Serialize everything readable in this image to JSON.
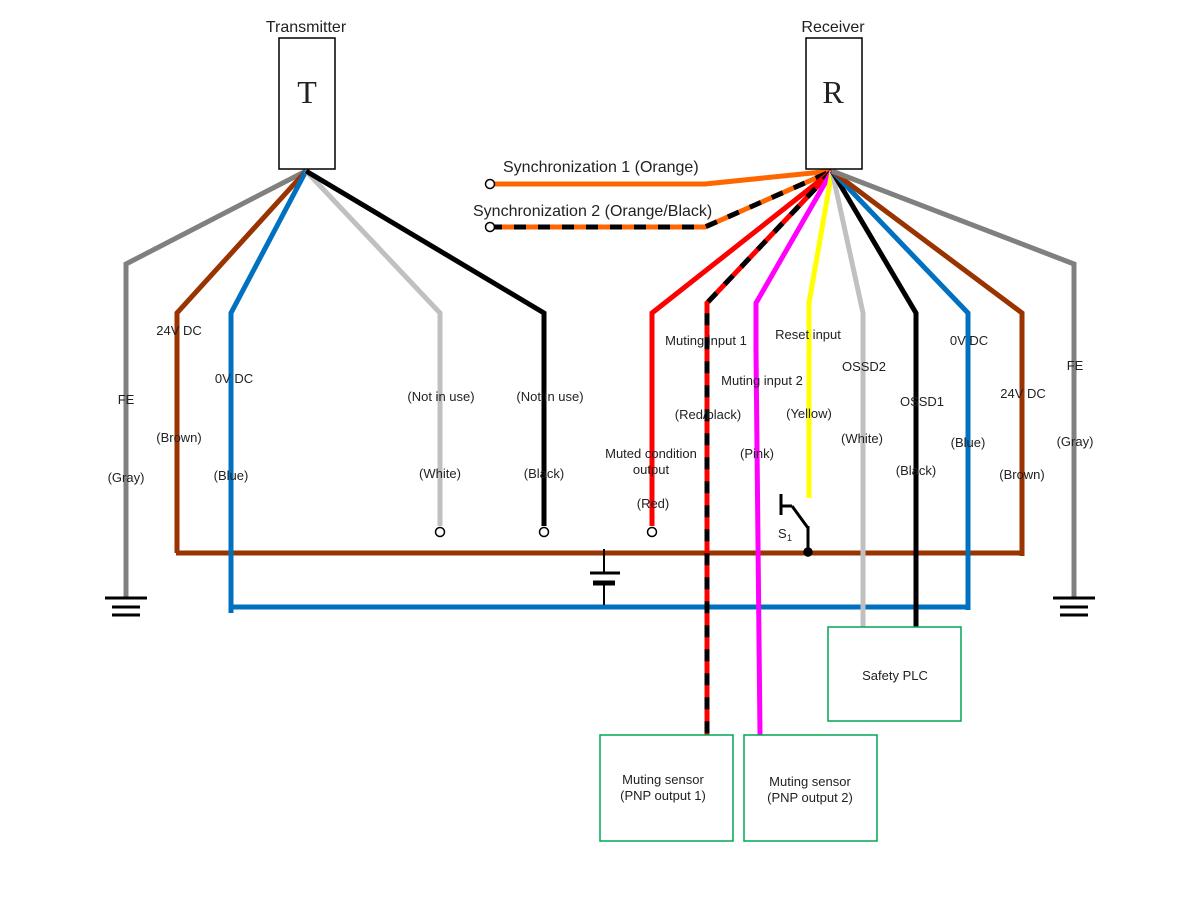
{
  "colors": {
    "gray": "#808080",
    "brown": "#993300",
    "blue": "#0070c0",
    "white_wire": "#c0c0c0",
    "black": "#000000",
    "orange": "#ff6600",
    "red": "#ff0000",
    "pink": "#ff00ff",
    "yellow": "#ffff00",
    "green_box": "#00a651"
  },
  "transmitter": {
    "title": "Transmitter",
    "letter": "T"
  },
  "receiver": {
    "title": "Receiver",
    "letter": "R"
  },
  "sync": {
    "sync1": "Synchronization 1 (Orange)",
    "sync2": "Synchronization 2 (Orange/Black)"
  },
  "tx_wires": {
    "fe": {
      "name": "FE",
      "color": "(Gray)"
    },
    "v24": {
      "name": "24V DC",
      "color": "(Brown)"
    },
    "v0": {
      "name": "0V DC",
      "color": "(Blue)"
    },
    "white": {
      "name": "(Not in use)",
      "color": "(White)"
    },
    "black": {
      "name": "(Not in use)",
      "color": "(Black)"
    }
  },
  "rx_wires": {
    "muted": {
      "name_line1": "Muted condition",
      "name_line2": "output",
      "color": "(Red)"
    },
    "muting1": {
      "name": "Muting input 1",
      "color": "(Red/black)"
    },
    "muting2": {
      "name": "Muting input 2",
      "color": "(Pink)"
    },
    "reset": {
      "name": "Reset input",
      "color": "(Yellow)"
    },
    "ossd2": {
      "name": "OSSD2",
      "color": "(White)"
    },
    "ossd1": {
      "name": "OSSD1",
      "color": "(Black)"
    },
    "v0": {
      "name": "0V DC",
      "color": "(Blue)"
    },
    "v24": {
      "name": "24V DC",
      "color": "(Brown)"
    },
    "fe": {
      "name": "FE",
      "color": "(Gray)"
    }
  },
  "switch": {
    "label": "S",
    "subscript": "1"
  },
  "boxes": {
    "safety_plc": "Safety PLC",
    "sensor1_line1": "Muting sensor",
    "sensor1_line2": "(PNP output 1)",
    "sensor2_line1": "Muting sensor",
    "sensor2_line2": "(PNP output 2)"
  }
}
